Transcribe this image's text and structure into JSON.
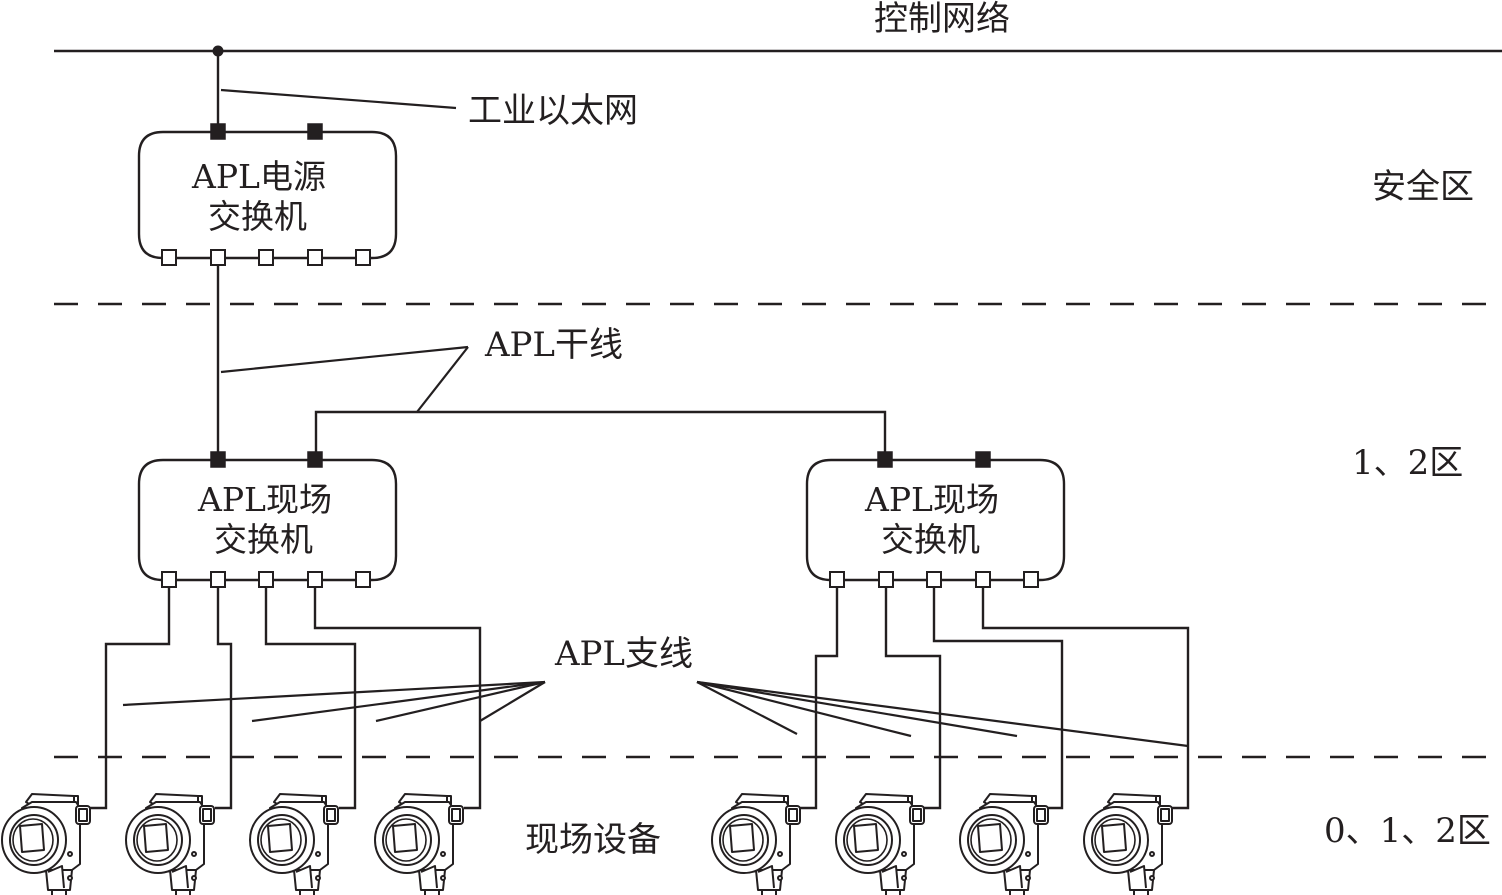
{
  "diagram": {
    "title": "APL network topology across hazardous area zones",
    "network": {
      "control_network_label": "控制网络",
      "industrial_ethernet_label": "工业以太网"
    },
    "zones": [
      {
        "id": "safe",
        "label": "安全区"
      },
      {
        "id": "zone12",
        "label": "1、2区"
      },
      {
        "id": "zone012",
        "label": "0、1、2区"
      }
    ],
    "switches": [
      {
        "id": "power-switch",
        "line1": "APL电源",
        "line2": "交换机",
        "uplink_ports": 2,
        "downlink_ports": 5
      },
      {
        "id": "field-switch-1",
        "line1": "APL现场",
        "line2": "交换机",
        "uplink_ports": 2,
        "downlink_ports": 5
      },
      {
        "id": "field-switch-2",
        "line1": "APL现场",
        "line2": "交换机",
        "uplink_ports": 2,
        "downlink_ports": 5
      }
    ],
    "trunk_label": "APL干线",
    "spur_label": "APL支线",
    "field_devices_label": "现场设备",
    "field_device_count": 8
  }
}
